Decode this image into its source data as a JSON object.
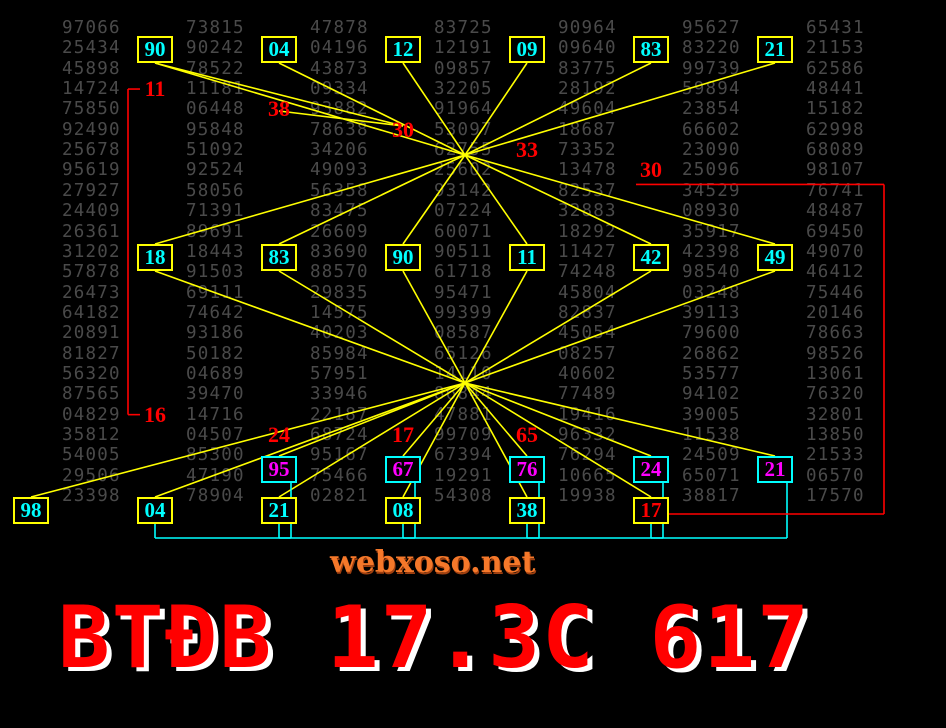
{
  "grid": [
    [
      "97066",
      "73815",
      "47878",
      "83725",
      "90964",
      "95627",
      "65431"
    ],
    [
      "25434",
      "90242",
      "04196",
      "12191",
      "09640",
      "83220",
      "21153"
    ],
    [
      "45898",
      "78522",
      "43873",
      "09857",
      "83775",
      "99739",
      "62586"
    ],
    [
      "14724",
      "11181",
      "09334",
      "32205",
      "28192",
      "59894",
      "48441"
    ],
    [
      "75850",
      "06448",
      "93882",
      "91964",
      "49604",
      "23854",
      "15182"
    ],
    [
      "92490",
      "95848",
      "78638",
      "53097",
      "18687",
      "66602",
      "62998"
    ],
    [
      "25678",
      "51092",
      "34206",
      "62755",
      "73352",
      "23090",
      "68089"
    ],
    [
      "95619",
      "92524",
      "49093",
      "25602",
      "13478",
      "25096",
      "98107"
    ],
    [
      "27927",
      "58056",
      "56358",
      "93142",
      "82537",
      "34529",
      "76741"
    ],
    [
      "24409",
      "71391",
      "83475",
      "07224",
      "32883",
      "08930",
      "48487"
    ],
    [
      "26361",
      "89691",
      "26609",
      "60071",
      "18292",
      "35917",
      "69450"
    ],
    [
      "31202",
      "18443",
      "83690",
      "90511",
      "11427",
      "42398",
      "49070"
    ],
    [
      "57878",
      "91503",
      "88570",
      "61718",
      "74248",
      "98540",
      "46412"
    ],
    [
      "26473",
      "69111",
      "29835",
      "95471",
      "45804",
      "03248",
      "75446"
    ],
    [
      "64182",
      "74642",
      "14575",
      "99399",
      "82837",
      "39113",
      "20146"
    ],
    [
      "20891",
      "93186",
      "40203",
      "08587",
      "45054",
      "79600",
      "78663"
    ],
    [
      "81827",
      "50182",
      "85984",
      "65126",
      "08257",
      "26862",
      "98526"
    ],
    [
      "56320",
      "04689",
      "57951",
      "14110",
      "40602",
      "53577",
      "13061"
    ],
    [
      "87565",
      "39470",
      "33946",
      "86844",
      "77489",
      "94102",
      "76320"
    ],
    [
      "04829",
      "14716",
      "22187",
      "47881",
      "19416",
      "39005",
      "32801"
    ],
    [
      "35812",
      "04507",
      "68724",
      "99709",
      "96332",
      "11538",
      "13850"
    ],
    [
      "54005",
      "85300",
      "95167",
      "67394",
      "76294",
      "24509",
      "21533"
    ],
    [
      "29506",
      "47190",
      "75466",
      "19291",
      "10665",
      "65071",
      "06570"
    ],
    [
      "23398",
      "78904",
      "02821",
      "54308",
      "19938",
      "38817",
      "17570"
    ]
  ],
  "top_boxes": [
    "90",
    "04",
    "12",
    "09",
    "83",
    "21"
  ],
  "mid_boxes": [
    "18",
    "83",
    "90",
    "11",
    "42",
    "49"
  ],
  "bottom_boxes": [
    "98",
    "04",
    "21",
    "08",
    "38",
    "17"
  ],
  "cyan_boxes": [
    "95",
    "67",
    "76",
    "24",
    "21"
  ],
  "red_labels": [
    "11",
    "38",
    "30",
    "33",
    "30",
    "16",
    "24",
    "17",
    "65"
  ],
  "watermark": "webxoso.net",
  "title": "BTĐB 17.3C 617",
  "colors": {
    "yellow": "#ffff00",
    "cyan": "#00ffff",
    "magenta": "#ff00ff",
    "red": "#ff0000"
  }
}
